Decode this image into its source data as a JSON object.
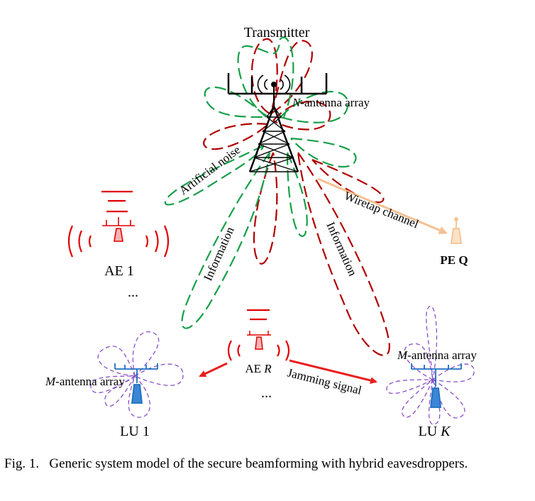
{
  "diagram": {
    "transmitter": "Transmitter",
    "tx_array": "-antenna array",
    "tx_array_var": "N",
    "artificial_noise": "Artificial noise",
    "information_left": "Information",
    "information_right": "Information",
    "wiretap": "Wiretap channel",
    "pe": "PE Q",
    "ae1": "AE 1",
    "aer": "AE ",
    "aer_var": "R",
    "dots1": "...",
    "dots2": "...",
    "lu1": "LU 1",
    "luk": "LU ",
    "luk_var": "K",
    "m_array_left": "-antenna array",
    "m_array_left_var": "M",
    "m_array_right": "-antenna array",
    "m_array_right_var": "M",
    "jamming": "Jamming signal"
  },
  "colors": {
    "red_beam": "#b00000",
    "green_beam": "#17a04a",
    "purple_beam": "#8a4fc8",
    "eaves_red": "#e00000",
    "user_blue": "#1f6fbf",
    "wiretap": "#f6c090",
    "jamming": "#e8201c"
  },
  "caption": {
    "label": "Fig. 1.",
    "text": "Generic system model of the secure beamforming with hybrid eavesdroppers."
  }
}
